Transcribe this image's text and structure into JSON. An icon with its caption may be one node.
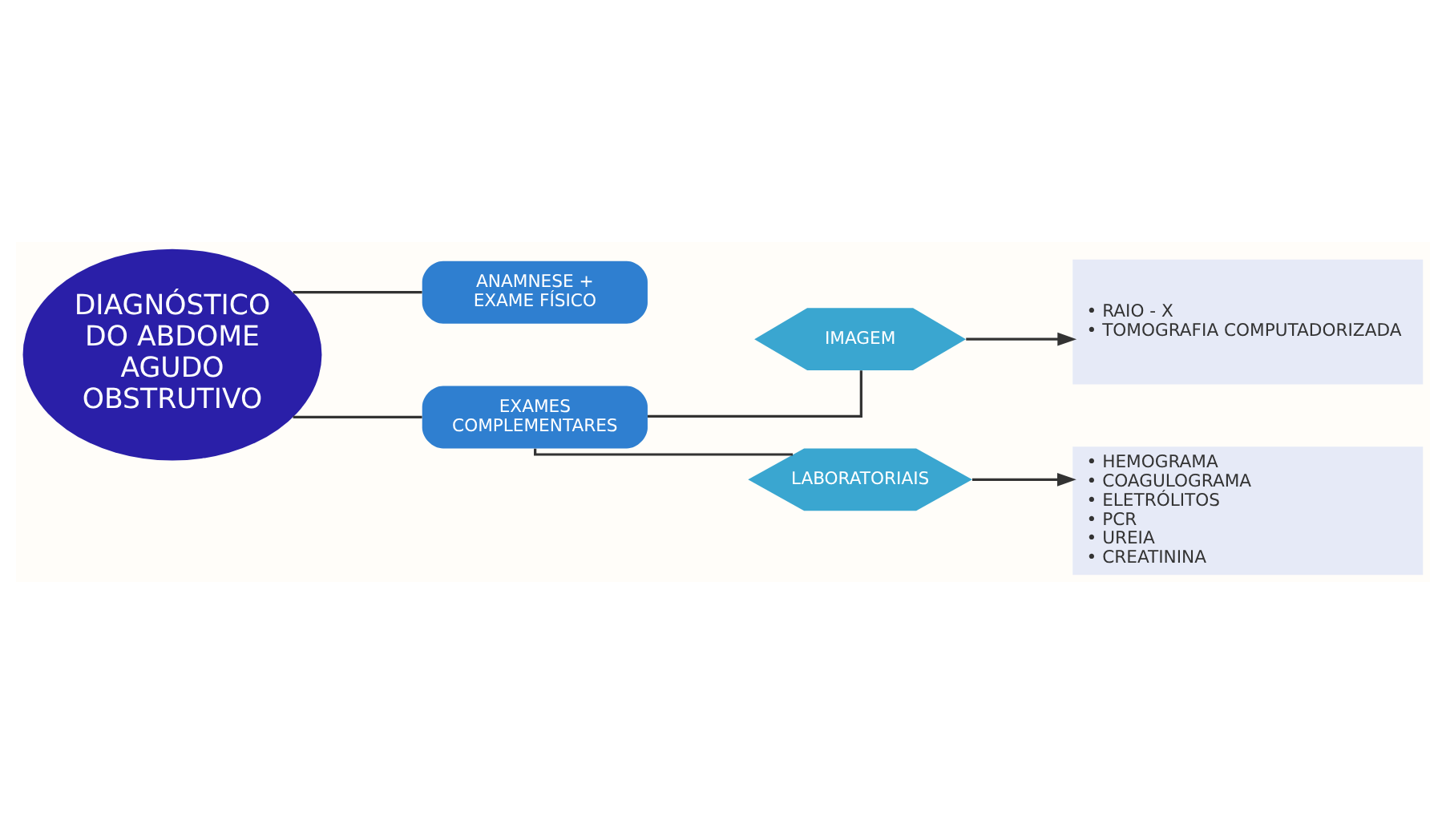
{
  "diagram": {
    "nodes": [
      {
        "text": [
          "DIAGNÓSTICO DO ABDOME AGUDO OBSTRUTIVO"
        ]
      },
      {
        "text": [
          "ANAMNESE + EXAME FÍSICO"
        ]
      },
      {
        "text": [
          "EXAMES COMPLEMENTARES"
        ]
      },
      {
        "text": [
          "IMAGEM"
        ]
      },
      {
        "text": [
          "LABORATORIAIS"
        ]
      },
      {
        "text": [
          "• RAIO - X",
          "• TOMOGRAFIA COMPUTADORIZADA"
        ]
      },
      {
        "text": [
          "• HEMOGRAMA",
          "• COAGULOGRAMA",
          "• ELETRÓLITOS",
          "• PCR",
          "• UREIA",
          "• CREATININA"
        ]
      }
    ],
    "edges": [
      {
        "from": 0,
        "to": 1,
        "arrow": "none"
      },
      {
        "from": 0,
        "to": 2,
        "arrow": "none"
      },
      {
        "from": 2,
        "to": 3,
        "arrow": "none"
      },
      {
        "from": 2,
        "to": 4,
        "arrow": "none"
      },
      {
        "from": 3,
        "to": 5,
        "arrow": "to"
      },
      {
        "from": 4,
        "to": 6,
        "arrow": "to"
      }
    ]
  }
}
